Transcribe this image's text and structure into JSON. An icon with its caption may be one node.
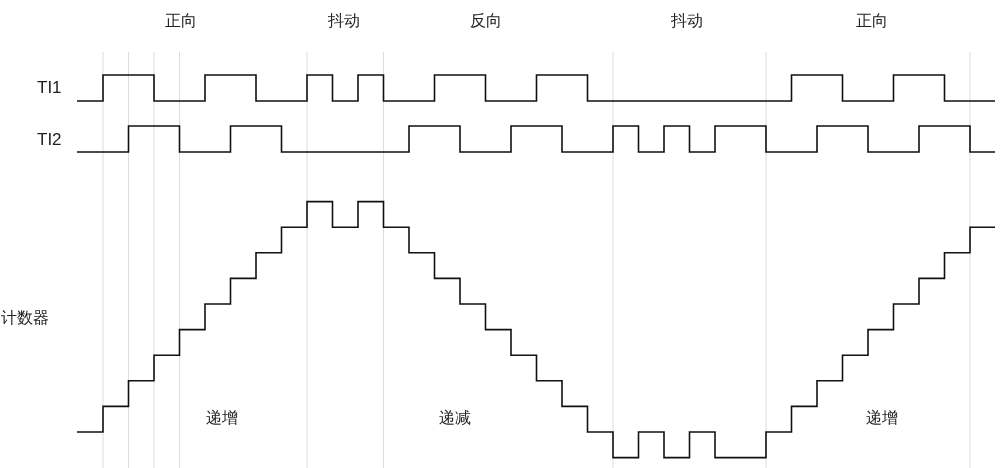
{
  "diagram": {
    "labels": [
      "正向",
      "抖动",
      "反向",
      "抖动",
      "正向",
      "TI1",
      "TI2",
      "计数器",
      "递增",
      "递减",
      "递增"
    ]
  }
}
